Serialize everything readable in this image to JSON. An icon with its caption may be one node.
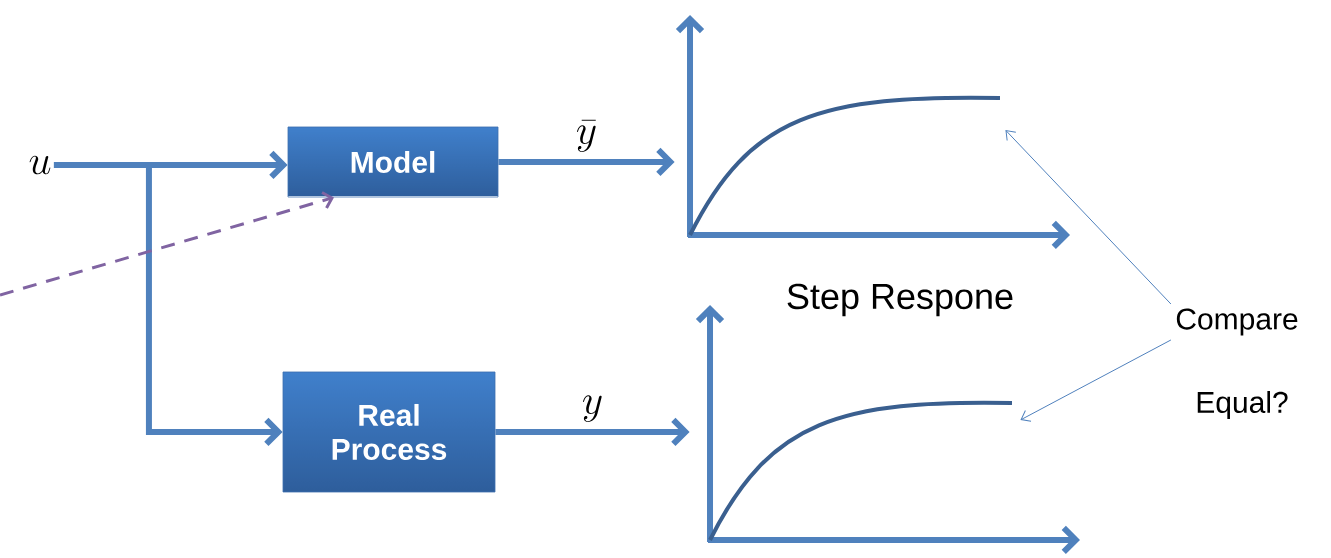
{
  "diagram": {
    "nodes": [
      {
        "text": [
          "u"
        ]
      },
      {
        "text": [
          "Model"
        ]
      },
      {
        "text": [
          "Real Process"
        ]
      },
      {
        "text": [],
        "shape": "picture"
      },
      {
        "text": [],
        "shape": "picture"
      },
      {
        "text": [
          "Compare"
        ]
      }
    ],
    "edges": [
      {
        "from": 0,
        "to": 1,
        "arrow": "to"
      },
      {
        "from": 0,
        "to": 2,
        "arrow": "to"
      },
      {
        "from": 1,
        "to": 3,
        "arrow": "to",
        "label": "\\bar{y}"
      },
      {
        "from": 2,
        "to": 4,
        "arrow": "to",
        "label": "y"
      },
      {
        "from": null,
        "to": 1,
        "arrow": "to",
        "style": "dashed",
        "color": "#8064a2"
      },
      {
        "from": 5,
        "to": 3,
        "arrow": "to"
      },
      {
        "from": 5,
        "to": 4,
        "arrow": "to"
      }
    ],
    "labels": [
      "Step Respone",
      "Equal?"
    ]
  }
}
